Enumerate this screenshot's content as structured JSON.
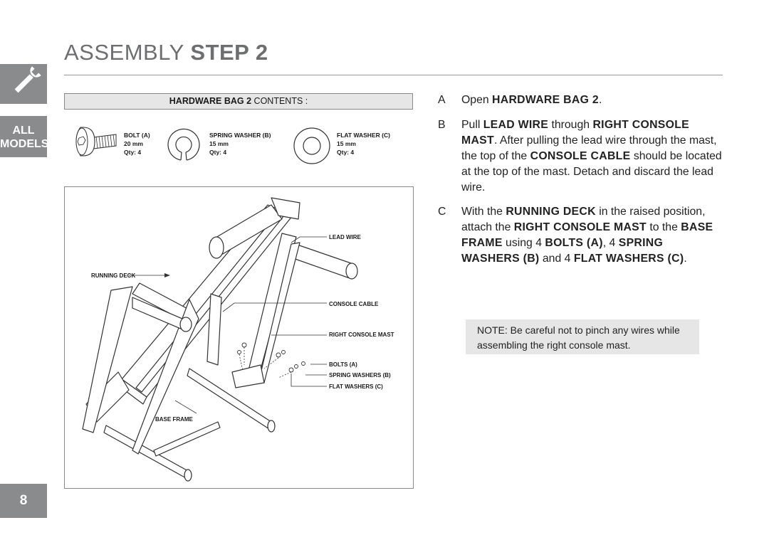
{
  "sidebar": {
    "tool_icon": "wrench-icon",
    "models_line1": "ALL",
    "models_line2": "MODELS",
    "page_number": "8"
  },
  "header": {
    "title_light": "ASSEMBLY",
    "title_bold": "STEP 2"
  },
  "hardware": {
    "heading_bold": "HARDWARE BAG 2",
    "heading_rest": " CONTENTS :",
    "parts": [
      {
        "name": "BOLT (A)",
        "size": "20 mm",
        "qty": "Qty: 4",
        "icon": "bolt-icon"
      },
      {
        "name": "SPRING WASHER (B)",
        "size": "15 mm",
        "qty": "Qty: 4",
        "icon": "spring-washer-icon"
      },
      {
        "name": "FLAT WASHER (C)",
        "size": "15 mm",
        "qty": "Qty: 4",
        "icon": "flat-washer-icon"
      }
    ]
  },
  "diagram": {
    "callouts": {
      "lead_wire": "LEAD WIRE",
      "running_deck": "RUNNING DECK",
      "console_cable": "CONSOLE CABLE",
      "right_console_mast": "RIGHT CONSOLE MAST",
      "bolts": "BOLTS (A)",
      "spring_washers": "SPRING WASHERS (B)",
      "flat_washers": "FLAT WASHERS (C)",
      "base_frame": "BASE FRAME"
    }
  },
  "steps": [
    {
      "letter": "A",
      "parts": [
        "Open ",
        "HARDWARE BAG 2",
        "."
      ]
    },
    {
      "letter": "B",
      "parts": [
        "Pull ",
        "LEAD WIRE",
        " through ",
        "RIGHT CONSOLE MAST",
        ". After pulling the lead wire through the mast, the top of the ",
        "CONSOLE CABLE",
        " should be located at the top of the mast. Detach and discard the lead wire."
      ]
    },
    {
      "letter": "C",
      "parts": [
        "With the ",
        "RUNNING DECK",
        " in the raised position, attach the ",
        "RIGHT CONSOLE MAST",
        " to the ",
        "BASE FRAME",
        " using 4 ",
        "BOLTS (A)",
        ", 4 ",
        "SPRING WASHERS (B)",
        " and 4 ",
        "FLAT WASHERS (C)",
        "."
      ]
    }
  ],
  "note": "NOTE: Be careful not to pinch any wires while assembling the right console mast."
}
